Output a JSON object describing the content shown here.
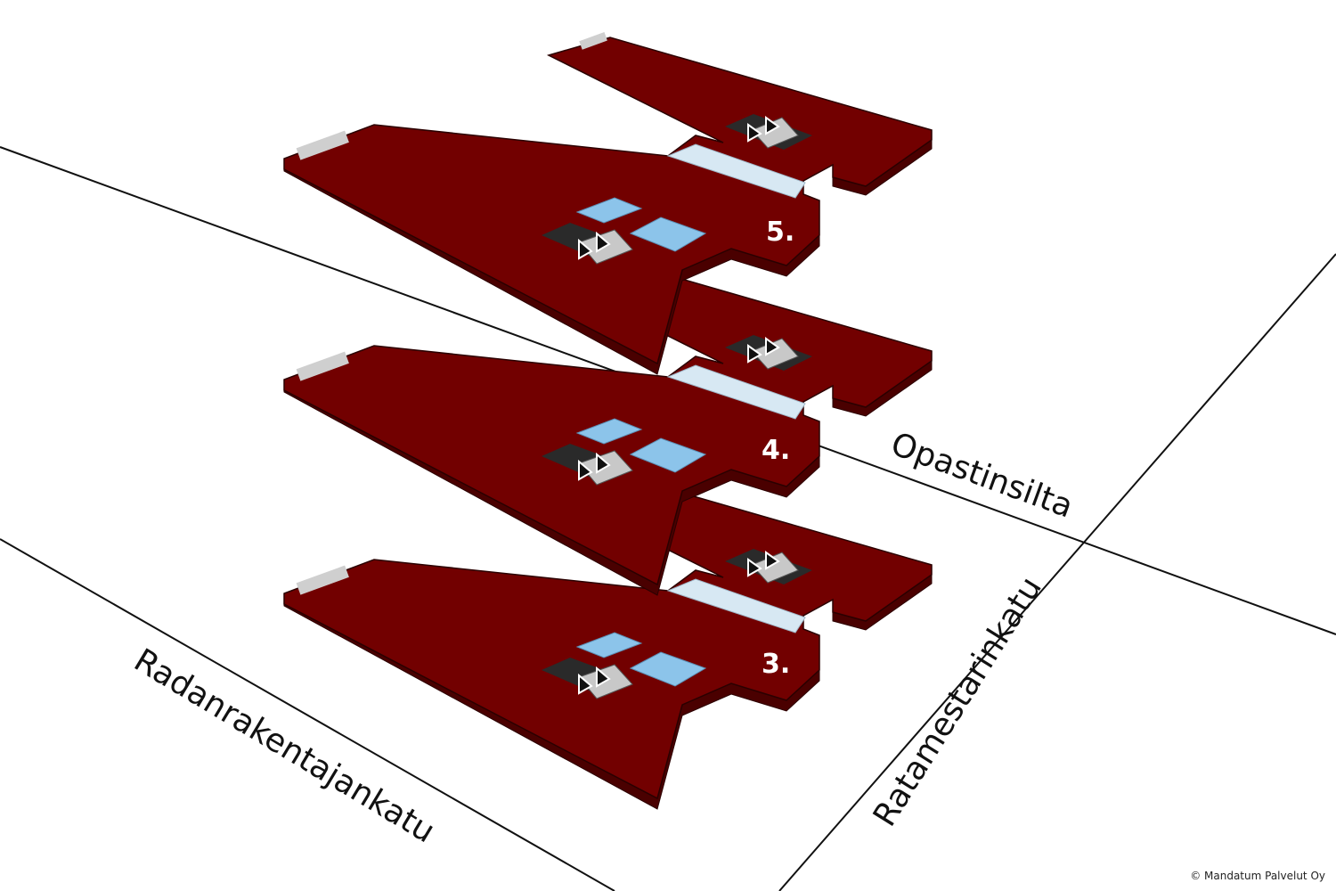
{
  "streets": {
    "radanrakentajankatu": "Radanrakentajankatu",
    "opastinsilta": "Opastinsilta",
    "ratamestarinkatu": "Ratamestarinkatu"
  },
  "floors": [
    {
      "label": "5."
    },
    {
      "label": "4."
    },
    {
      "label": "3."
    }
  ],
  "copyright": "© Mandatum Palvelut Oy",
  "colors": {
    "floor_top": "#720000",
    "floor_side": "#4a0000",
    "glass": "#8cc4ea",
    "corridor_glass": "#d7e8f3",
    "core_dark": "#2a2a2a",
    "core_light": "#c8c8c8"
  }
}
